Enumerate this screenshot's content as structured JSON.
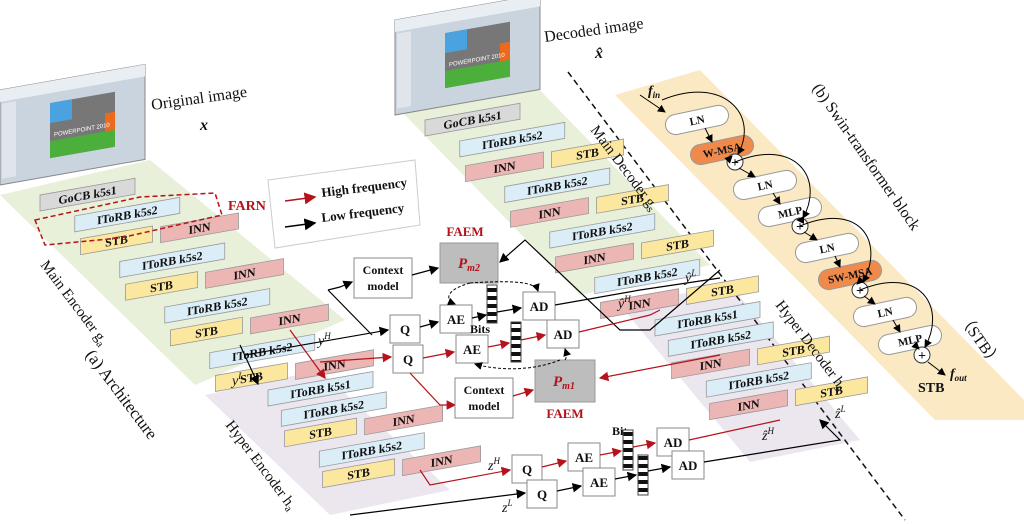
{
  "colors": {
    "itorb": "#dbeef8",
    "stb": "#fbe79e",
    "inn": "#ecb6b4",
    "gocb": "#d9d9d9",
    "encoder_bg": "#e9f0d9",
    "hyper_bg": "#ece6ef",
    "swin_bg": "#fbe9c4",
    "msa": "#f08a4b",
    "faem": "#bdbdbd",
    "high_freq": "#b5121b",
    "low_freq": "#000000"
  },
  "images": {
    "original_label": "Original image",
    "original_symbol": "x",
    "decoded_label": "Decoded image",
    "decoded_symbol": "x̂",
    "slide_text": "POWERPOINT 2010"
  },
  "legend": {
    "high": "High frequency",
    "low": "Low frequency"
  },
  "main_encoder": {
    "title": "Main Encoder g",
    "subscript": "a",
    "farn_label": "FARN",
    "blocks": [
      "GoCB k5s1",
      "IToRB k5s2",
      "STB",
      "INN",
      "IToRB k5s2",
      "STB",
      "INN",
      "IToRB k5s2",
      "STB",
      "INN",
      "IToRB k5s2",
      "STB",
      "INN"
    ]
  },
  "main_decoder": {
    "title": "Main Decoder g",
    "subscript": "s",
    "blocks": [
      "GoCB k5s1",
      "IToRB k5s2",
      "STB",
      "INN",
      "IToRB k5s2",
      "STB",
      "INN",
      "IToRB k5s2",
      "STB",
      "INN",
      "IToRB k5s2",
      "STB",
      "INN"
    ]
  },
  "hyper_encoder": {
    "title": "Hyper Encoder h",
    "subscript": "a",
    "blocks": [
      "IToRB k5s1",
      "IToRB k5s2",
      "STB",
      "INN",
      "IToRB k5s2",
      "STB",
      "INN"
    ]
  },
  "hyper_decoder": {
    "title": "Hyper Decoder h",
    "subscript": "s",
    "blocks": [
      "IToRB k5s1",
      "IToRB k5s2",
      "STB",
      "INN",
      "IToRB k5s2",
      "STB",
      "INN"
    ]
  },
  "entropy": {
    "context_model": [
      "Context",
      "model"
    ],
    "faem": "FAEM",
    "pm2": "P",
    "pm2_sub": "m2",
    "pm1": "P",
    "pm1_sub": "m1",
    "q": "Q",
    "ae": "AE",
    "ad": "AD",
    "bits": "Bits"
  },
  "symbols": {
    "yH": "y",
    "yL": "y",
    "yHhat": "ŷ",
    "yLhat": "ŷ",
    "zH": "z",
    "zL": "z",
    "zHhat": "ẑ",
    "zLhat": "ẑ",
    "H": "H",
    "L": "L"
  },
  "captions": {
    "a": "(a) Architecture",
    "b": "(b) Swin-transformer block",
    "stb_paren": "（STB）"
  },
  "swin": {
    "fin": "f",
    "fin_sub": "in",
    "fout": "f",
    "fout_sub": "out",
    "ln": "LN",
    "wmsa": "W-MSA",
    "swmsa": "SW-MSA",
    "mlp": "MLP",
    "plus": "+",
    "footer": "STB"
  }
}
